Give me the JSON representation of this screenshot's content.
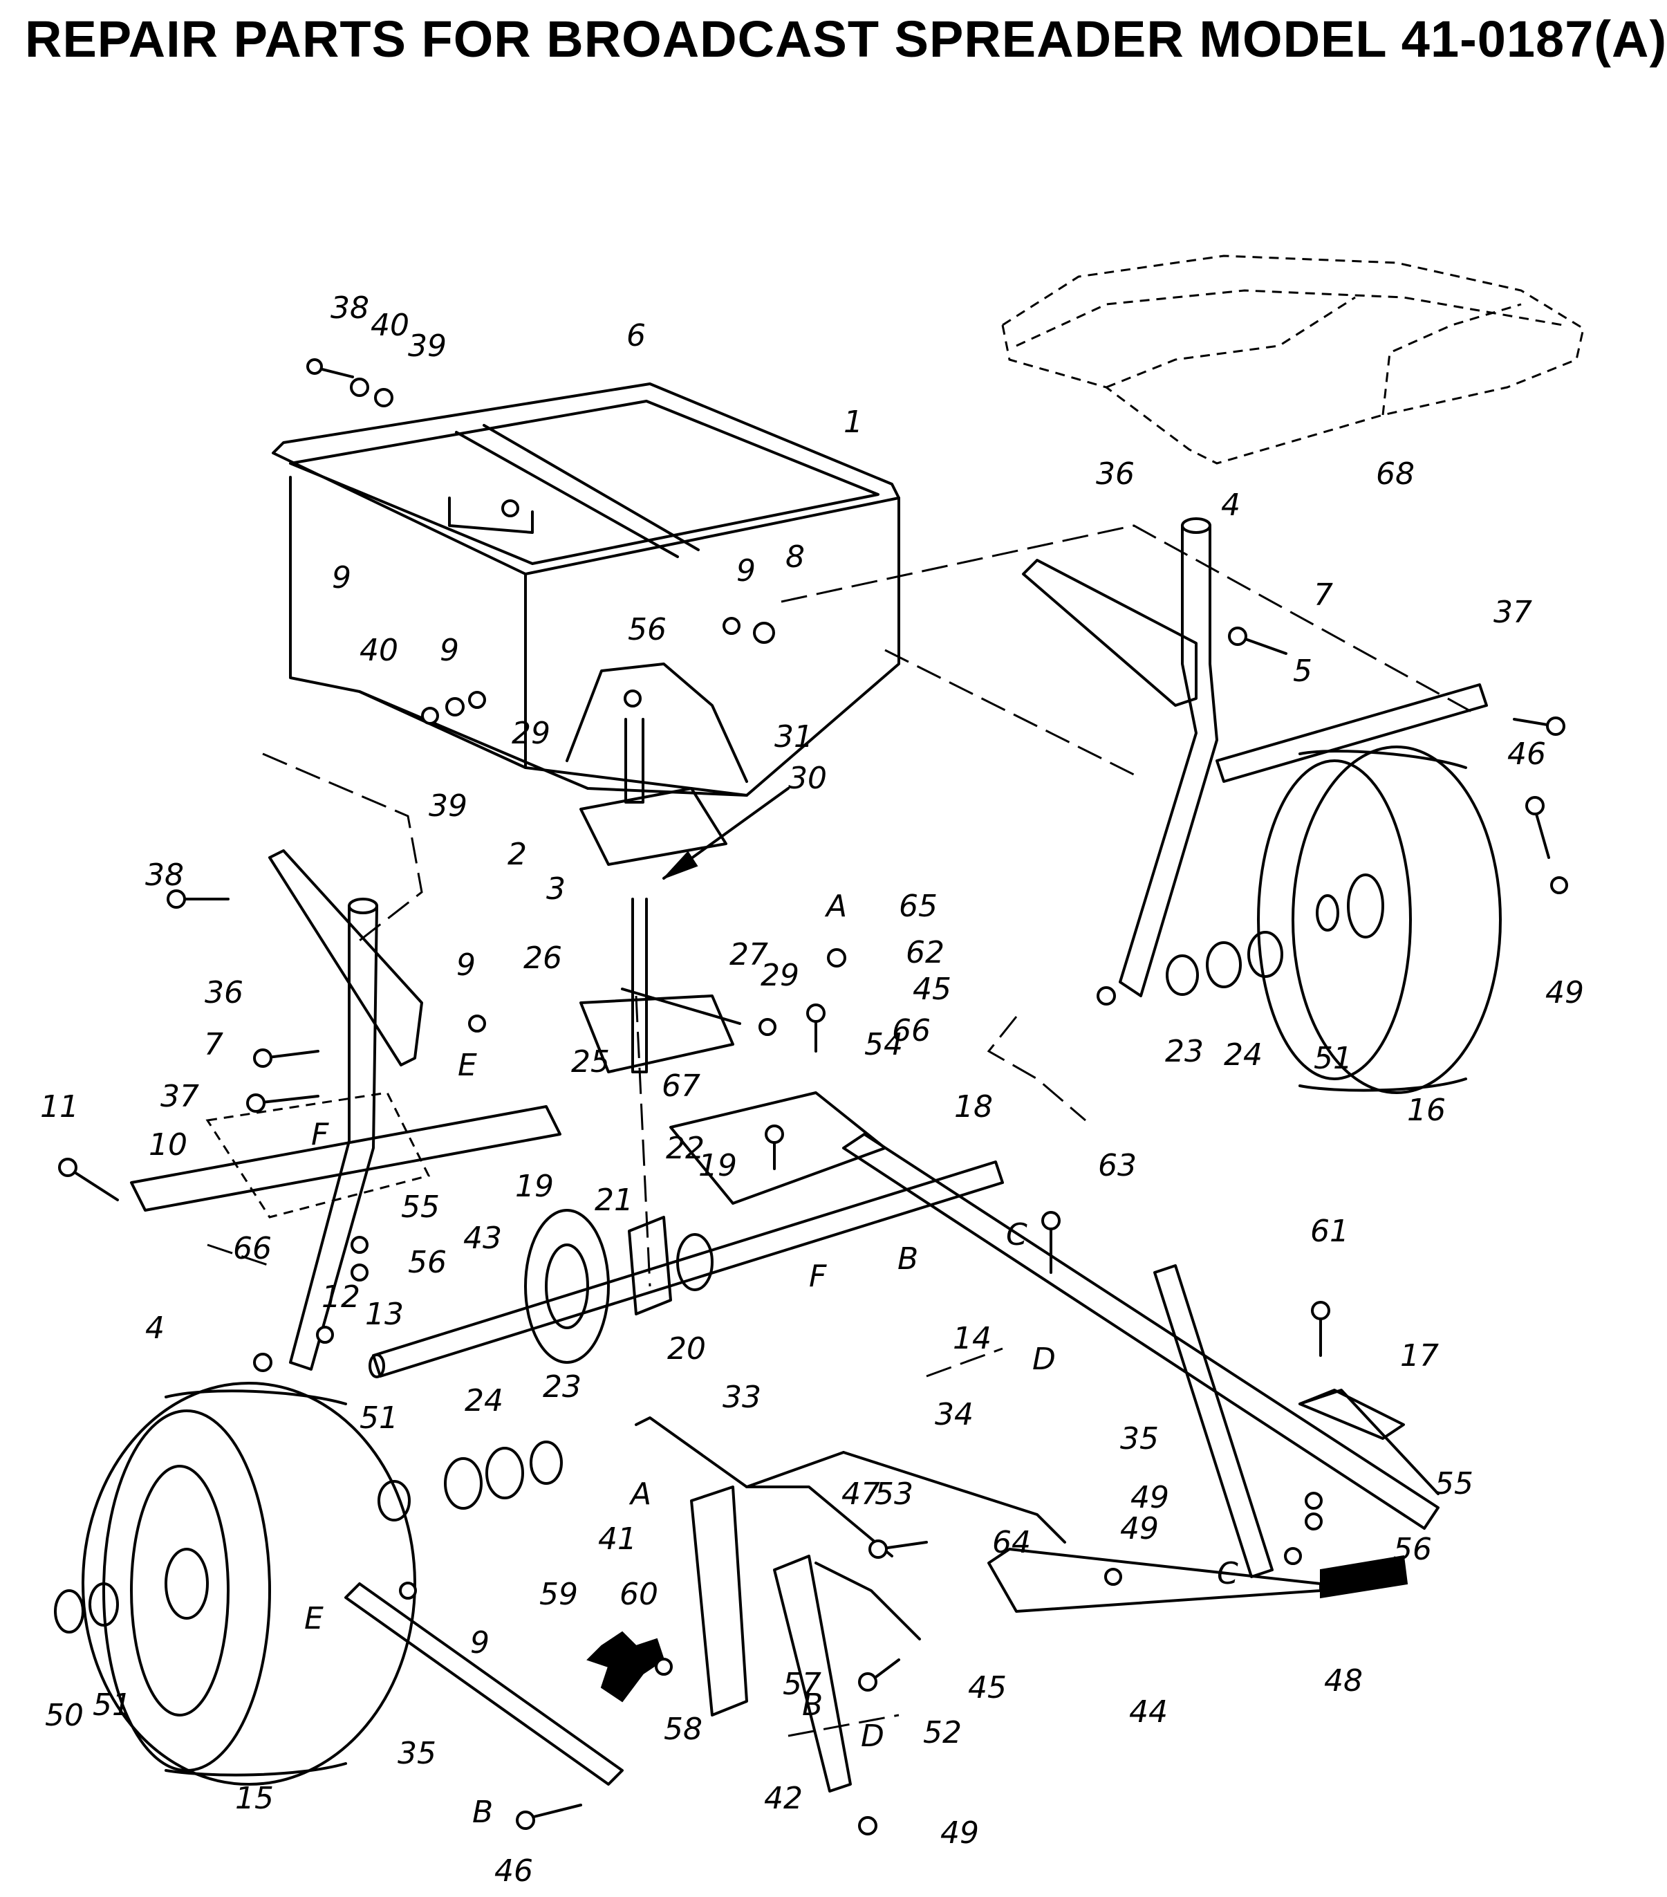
{
  "title": "REPAIR PARTS FOR BROADCAST SPREADER MODEL 41-0187(A)",
  "callouts": [
    {
      "text": "38"
    },
    {
      "text": "40"
    },
    {
      "text": "39"
    },
    {
      "text": "6"
    },
    {
      "text": "1"
    },
    {
      "text": "9"
    },
    {
      "text": "9"
    },
    {
      "text": "8"
    },
    {
      "text": "40"
    },
    {
      "text": "9"
    },
    {
      "text": "56"
    },
    {
      "text": "29"
    },
    {
      "text": "31"
    },
    {
      "text": "30"
    },
    {
      "text": "39"
    },
    {
      "text": "2"
    },
    {
      "text": "3"
    },
    {
      "text": "36"
    },
    {
      "text": "4"
    },
    {
      "text": "7"
    },
    {
      "text": "5"
    },
    {
      "text": "37"
    },
    {
      "text": "68"
    },
    {
      "text": "46"
    },
    {
      "text": "49"
    },
    {
      "text": "38"
    },
    {
      "text": "36"
    },
    {
      "text": "9"
    },
    {
      "text": "7"
    },
    {
      "text": "E"
    },
    {
      "text": "37"
    },
    {
      "text": "A"
    },
    {
      "text": "65"
    },
    {
      "text": "62"
    },
    {
      "text": "26"
    },
    {
      "text": "27"
    },
    {
      "text": "45"
    },
    {
      "text": "29"
    },
    {
      "text": "54"
    },
    {
      "text": "25"
    },
    {
      "text": "23"
    },
    {
      "text": "24"
    },
    {
      "text": "51"
    },
    {
      "text": "16"
    },
    {
      "text": "66"
    },
    {
      "text": "67"
    },
    {
      "text": "18"
    },
    {
      "text": "11"
    },
    {
      "text": "10"
    },
    {
      "text": "F"
    },
    {
      "text": "22"
    },
    {
      "text": "19"
    },
    {
      "text": "19"
    },
    {
      "text": "21"
    },
    {
      "text": "63"
    },
    {
      "text": "55"
    },
    {
      "text": "66"
    },
    {
      "text": "43"
    },
    {
      "text": "56"
    },
    {
      "text": "C"
    },
    {
      "text": "B"
    },
    {
      "text": "F"
    },
    {
      "text": "61"
    },
    {
      "text": "12"
    },
    {
      "text": "13"
    },
    {
      "text": "4"
    },
    {
      "text": "20"
    },
    {
      "text": "14"
    },
    {
      "text": "D"
    },
    {
      "text": "17"
    },
    {
      "text": "33"
    },
    {
      "text": "34"
    },
    {
      "text": "23"
    },
    {
      "text": "51"
    },
    {
      "text": "24"
    },
    {
      "text": "35"
    },
    {
      "text": "55"
    },
    {
      "text": "A"
    },
    {
      "text": "47"
    },
    {
      "text": "53"
    },
    {
      "text": "41"
    },
    {
      "text": "49"
    },
    {
      "text": "56"
    },
    {
      "text": "64"
    },
    {
      "text": "C"
    },
    {
      "text": "49"
    },
    {
      "text": "59"
    },
    {
      "text": "60"
    },
    {
      "text": "E"
    },
    {
      "text": "9"
    },
    {
      "text": "57"
    },
    {
      "text": "45"
    },
    {
      "text": "48"
    },
    {
      "text": "50"
    },
    {
      "text": "51"
    },
    {
      "text": "58"
    },
    {
      "text": "B"
    },
    {
      "text": "52"
    },
    {
      "text": "44"
    },
    {
      "text": "35"
    },
    {
      "text": "D"
    },
    {
      "text": "15"
    },
    {
      "text": "B"
    },
    {
      "text": "42"
    },
    {
      "text": "49"
    },
    {
      "text": "46"
    }
  ]
}
